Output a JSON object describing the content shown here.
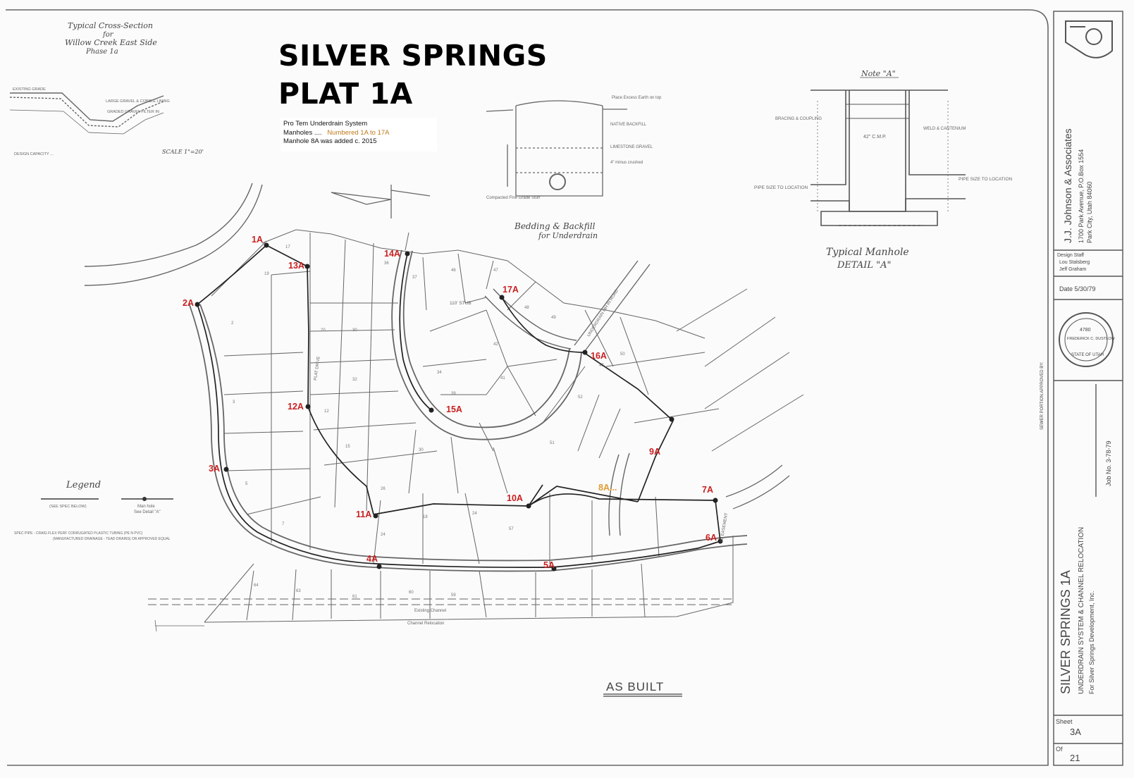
{
  "title": {
    "line1": "SILVER SPRINGS",
    "line2": "PLAT 1A"
  },
  "info_box": {
    "line1": "Pro Tem Underdrain System",
    "line2_prefix": "Manholes ....",
    "line2_highlight": "Numbered 1A to 17A",
    "line3": "Manhole 8A was added c. 2015"
  },
  "cross_section": {
    "title": [
      "Typical Cross-Section",
      "for",
      "Willow Creek East Side",
      "Phase 1a"
    ],
    "scale": "SCALE 1\"=20'"
  },
  "bedding_detail": {
    "title": "Bedding & Backfill",
    "subtitle": "for Underdrain"
  },
  "manhole_detail": {
    "note": "Note \"A\"",
    "title": "Typical Manhole",
    "subtitle": "DETAIL \"A\"",
    "pipe_left": "PIPE SIZE TO LOCATION",
    "pipe_right": "PIPE SIZE TO LOCATION",
    "size_label": "42\" C.M.P."
  },
  "legend": {
    "title": "Legend",
    "left_item": "(SEE SPEC BELOW)",
    "right_item": [
      "Man hole",
      "See Detail \"A\""
    ]
  },
  "as_built": "AS BUILT",
  "manholes": [
    "1A",
    "2A",
    "3A",
    "4A",
    "5A",
    "6A",
    "7A",
    "8A...",
    "9A",
    "10A",
    "11A",
    "12A",
    "13A",
    "14A",
    "15A",
    "16A",
    "17A"
  ],
  "title_block": {
    "firm": "J.J. Johnson & Associates",
    "address1": "1700 Park Avenue, P.O.Box 1554",
    "address2": "Park City, Utah 84060",
    "design_staff_label": "Design Staff",
    "design_staff_1": "Lou Stalsberg",
    "design_staff_2": "Jeff Graham",
    "date": "Date 5/30/79",
    "stamp_name": "FREDERICK C. DUSTLOW",
    "stamp_state": "STATE OF UTAH",
    "stamp_no": "4780",
    "job_no": "Job No. 3-78-79",
    "project_name": "SILVER SPRINGS 1A",
    "project_sub": "UNDERDRAIN SYSTEM & CHANNEL RELOCATION",
    "project_for": "For Silver Springs Development, Inc.",
    "approval": "SEWER PORTION APPROVED BY:",
    "sheet_label": "Sheet",
    "sheet_value": "3A",
    "of_label": "Of",
    "of_value": "21"
  },
  "colors": {
    "manhole_label": "#c92020",
    "manhole_8a_label": "#e39b32",
    "linework": "#555555"
  }
}
